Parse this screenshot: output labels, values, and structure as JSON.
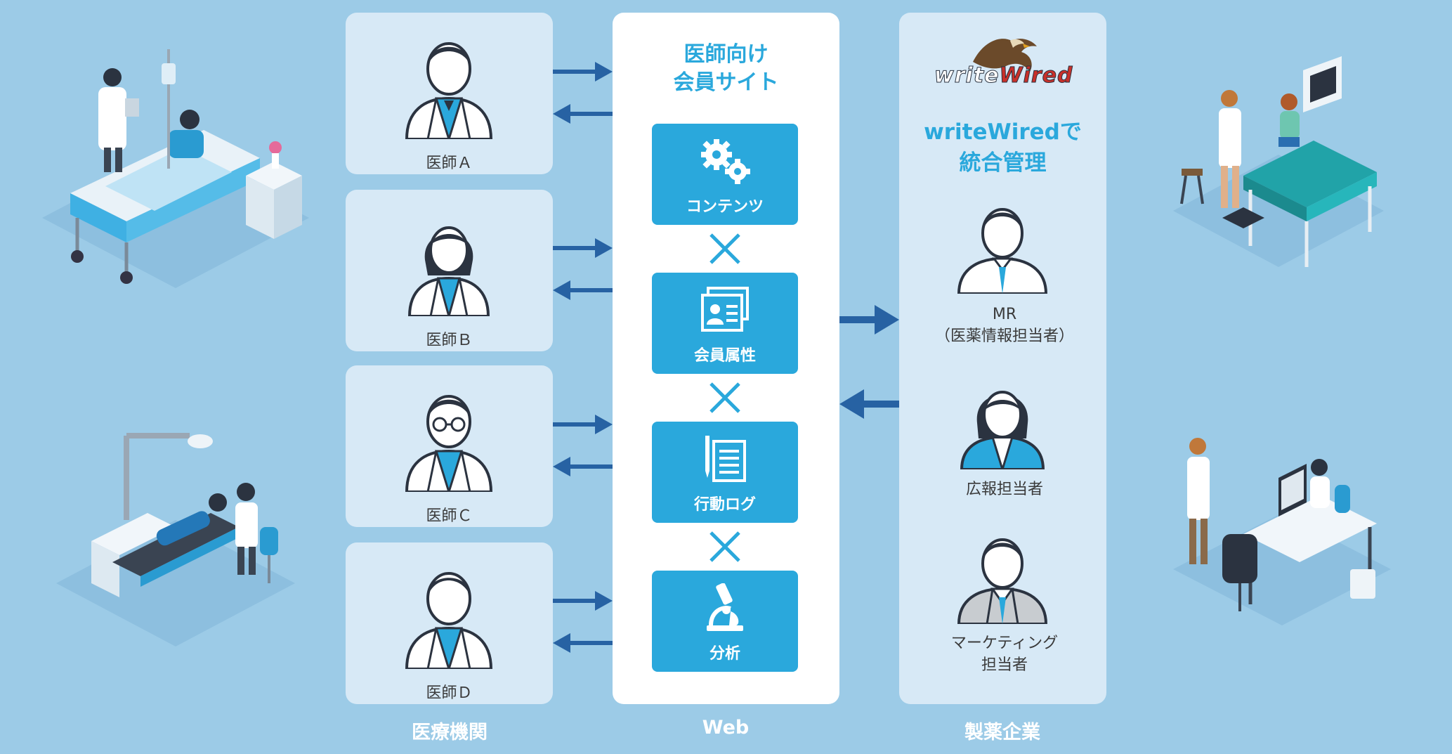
{
  "columns": {
    "medical": "医療機関",
    "web": "Web",
    "pharma": "製薬企業"
  },
  "doctors": [
    {
      "label": "医師Ａ"
    },
    {
      "label": "医師Ｂ"
    },
    {
      "label": "医師Ｃ"
    },
    {
      "label": "医師Ｄ"
    }
  ],
  "web": {
    "title_line1": "医師向け",
    "title_line2": "会員サイト",
    "features": [
      {
        "label": "コンテンツ",
        "icon": "gears-icon"
      },
      {
        "label": "会員属性",
        "icon": "id-card-icon"
      },
      {
        "label": "行動ログ",
        "icon": "document-pencil-icon"
      },
      {
        "label": "分析",
        "icon": "microscope-icon"
      }
    ],
    "separator": "×"
  },
  "pharma": {
    "logo_text_white": "write",
    "logo_text_red": "Wired",
    "title_line1": "writeWiredで",
    "title_line2": "統合管理",
    "roles": [
      {
        "line1": "MR",
        "line2": "（医薬情報担当者）"
      },
      {
        "line1": "広報担当者",
        "line2": ""
      },
      {
        "line1": "マーケティング",
        "line2": "担当者"
      }
    ]
  },
  "colors": {
    "background": "#9ccbe7",
    "card": "#d7e9f6",
    "accent": "#2aa8dc",
    "arrow": "#2762a3",
    "logo_red": "#c8302a"
  }
}
